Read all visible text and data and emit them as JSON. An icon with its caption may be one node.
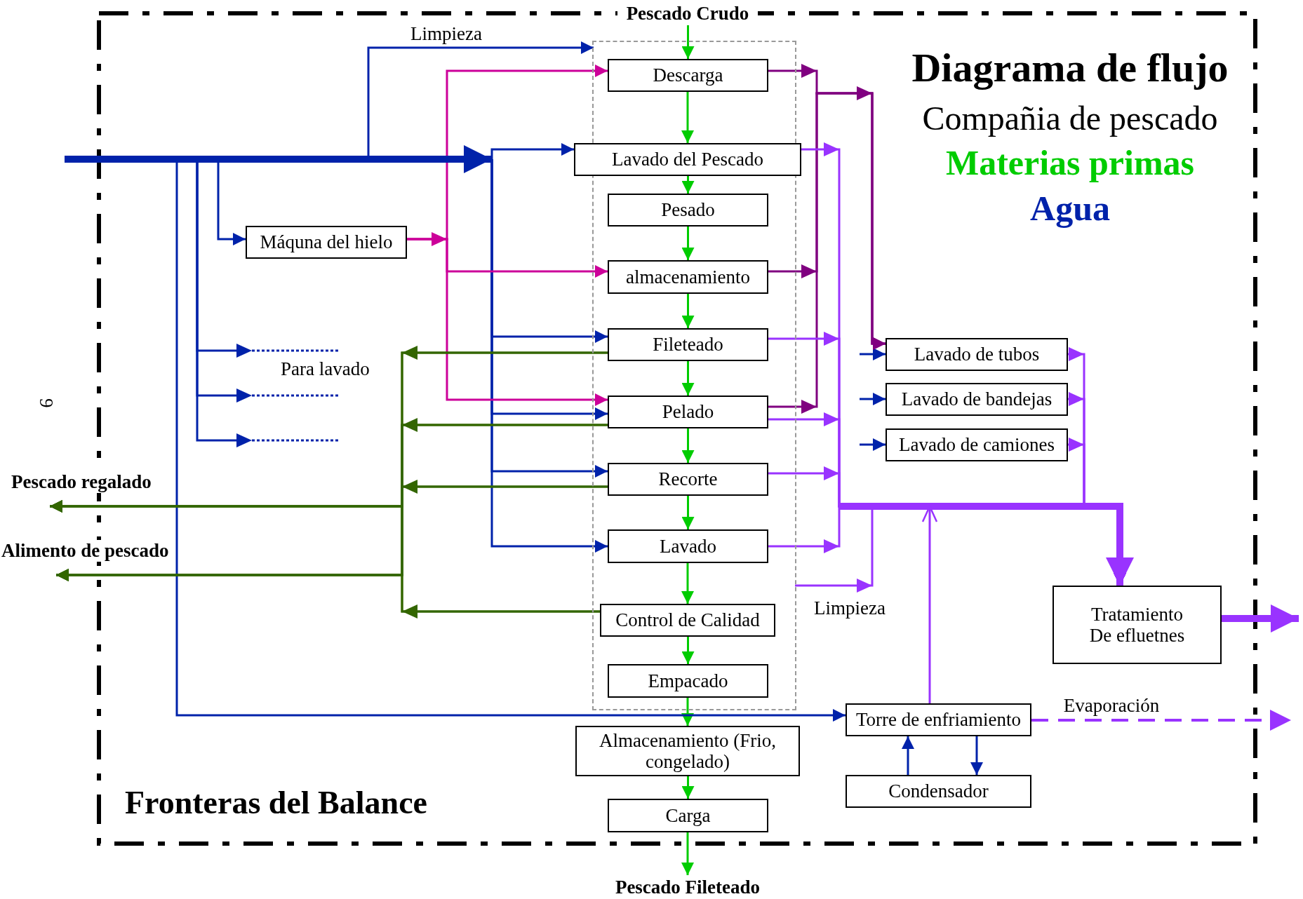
{
  "diagram": {
    "title": "Diagrama de flujo",
    "nodes": [
      {
        "text": [
          "Pescado Crudo"
        ]
      },
      {
        "text": [],
        "shape": "box"
      },
      {
        "text": [
          "Descarga"
        ],
        "in": 1
      },
      {
        "text": [
          "Lavado del Pescado"
        ]
      },
      {
        "text": [
          "Pesado"
        ],
        "in": 1
      },
      {
        "text": [
          "almacenamiento"
        ],
        "in": 1
      },
      {
        "text": [
          "Fileteado"
        ],
        "in": 1
      },
      {
        "text": [
          "Pelado"
        ],
        "in": 1
      },
      {
        "text": [
          "Recorte"
        ],
        "in": 1
      },
      {
        "text": [
          "Lavado"
        ],
        "in": 1
      },
      {
        "text": [
          "Control de Calidad"
        ],
        "in": 1
      },
      {
        "text": [
          "Empacado"
        ],
        "in": 1
      },
      {
        "text": [
          "Almacenamiento (Frio, congelado)"
        ]
      },
      {
        "text": [
          "Carga"
        ]
      },
      {
        "text": [
          "Pescado Fileteado"
        ]
      },
      {
        "text": [
          "Máquna del hielo"
        ]
      },
      {
        "text": [
          "Lavado de tubos"
        ]
      },
      {
        "text": [
          "Lavado de bandejas"
        ]
      },
      {
        "text": [
          "Lavado de camiones"
        ]
      },
      {
        "text": [
          "Tratamiento De efluetnes"
        ]
      },
      {
        "text": [
          "Torre de enfriamiento"
        ]
      },
      {
        "text": [
          "Condensador"
        ]
      },
      {
        "text": [
          "Pescado regalado"
        ]
      },
      {
        "text": [
          "Alimento de pescado"
        ]
      }
    ],
    "edges": [
      {
        "from": 0,
        "to": 2,
        "arrow": "to"
      },
      {
        "from": 2,
        "to": 3,
        "arrow": "to"
      },
      {
        "from": 3,
        "to": 4,
        "arrow": "to"
      },
      {
        "from": 4,
        "to": 5,
        "arrow": "to"
      },
      {
        "from": 5,
        "to": 6,
        "arrow": "to"
      },
      {
        "from": 6,
        "to": 7,
        "arrow": "to"
      },
      {
        "from": 7,
        "to": 8,
        "arrow": "to"
      },
      {
        "from": 8,
        "to": 9,
        "arrow": "to"
      },
      {
        "from": 9,
        "to": 10,
        "arrow": "to"
      },
      {
        "from": 10,
        "to": 11,
        "arrow": "to"
      },
      {
        "from": 11,
        "to": 12,
        "arrow": "to"
      },
      {
        "from": 12,
        "to": 13,
        "arrow": "to"
      },
      {
        "from": 13,
        "to": 14,
        "arrow": "to"
      },
      {
        "from": null,
        "to": 1,
        "arrow": "to",
        "label": "Limpieza",
        "color": "#0022aa"
      },
      {
        "from": null,
        "to": 3,
        "arrow": "to",
        "color": "#0022aa"
      },
      {
        "from": null,
        "to": 6,
        "arrow": "to",
        "color": "#0022aa"
      },
      {
        "from": null,
        "to": 7,
        "arrow": "to",
        "color": "#0022aa"
      },
      {
        "from": null,
        "to": 8,
        "arrow": "to",
        "color": "#0022aa"
      },
      {
        "from": null,
        "to": 9,
        "arrow": "to",
        "color": "#0022aa"
      },
      {
        "from": null,
        "to": 15,
        "arrow": "to",
        "color": "#0022aa"
      },
      {
        "from": null,
        "to": 20,
        "arrow": "to",
        "color": "#0022aa"
      },
      {
        "from": 21,
        "to": 20,
        "arrow": "to",
        "color": "#0022aa"
      },
      {
        "from": 20,
        "to": 21,
        "arrow": "to",
        "color": "#0022aa"
      },
      {
        "from": null,
        "to": 16,
        "arrow": "to",
        "color": "#0022aa"
      },
      {
        "from": null,
        "to": 17,
        "arrow": "to",
        "color": "#0022aa"
      },
      {
        "from": null,
        "to": 18,
        "arrow": "to",
        "color": "#0022aa"
      },
      {
        "from": 15,
        "to": 2,
        "arrow": "to",
        "color": "#cc0099"
      },
      {
        "from": 15,
        "to": 5,
        "arrow": "to",
        "color": "#cc0099"
      },
      {
        "from": 15,
        "to": 7,
        "arrow": "to",
        "color": "#cc0099"
      },
      {
        "from": 2,
        "to": 16,
        "arrow": "to",
        "color": "#800080"
      },
      {
        "from": 5,
        "to": 16,
        "arrow": "to",
        "color": "#800080"
      },
      {
        "from": 7,
        "to": 16,
        "arrow": "to",
        "color": "#800080"
      },
      {
        "from": 3,
        "to": 19,
        "arrow": "to",
        "color": "#9933ff"
      },
      {
        "from": 6,
        "to": 19,
        "arrow": "to",
        "color": "#9933ff"
      },
      {
        "from": 7,
        "to": 19,
        "arrow": "to",
        "color": "#9933ff"
      },
      {
        "from": 8,
        "to": 19,
        "arrow": "to",
        "color": "#9933ff"
      },
      {
        "from": 9,
        "to": 19,
        "arrow": "to",
        "color": "#9933ff"
      },
      {
        "from": 1,
        "to": 19,
        "arrow": "to",
        "label": "Limpieza",
        "color": "#9933ff"
      },
      {
        "from": 16,
        "to": 19,
        "arrow": "to",
        "color": "#9933ff"
      },
      {
        "from": 17,
        "to": 19,
        "arrow": "to",
        "color": "#9933ff"
      },
      {
        "from": 18,
        "to": 19,
        "arrow": "to",
        "color": "#9933ff"
      },
      {
        "from": 20,
        "to": 19,
        "arrow": "to",
        "color": "#9933ff"
      },
      {
        "from": 19,
        "to": null,
        "arrow": "to",
        "style": "thick",
        "color": "#9933ff"
      },
      {
        "from": 20,
        "to": null,
        "arrow": "to",
        "label": "Evaporación",
        "style": "dashed",
        "color": "#9933ff"
      },
      {
        "from": 6,
        "to": 22,
        "arrow": "to",
        "color": "#336600"
      },
      {
        "from": 7,
        "to": 22,
        "arrow": "to",
        "color": "#336600"
      },
      {
        "from": 8,
        "to": 22,
        "arrow": "to",
        "color": "#336600"
      },
      {
        "from": 10,
        "to": 22,
        "arrow": "to",
        "color": "#336600"
      },
      {
        "from": 6,
        "to": 23,
        "arrow": "to",
        "color": "#336600"
      },
      {
        "from": 7,
        "to": 23,
        "arrow": "to",
        "color": "#336600"
      },
      {
        "from": 8,
        "to": 23,
        "arrow": "to",
        "color": "#336600"
      },
      {
        "from": 10,
        "to": 23,
        "arrow": "to",
        "color": "#336600"
      }
    ],
    "labels": [
      "Compañia de pescado",
      "Para lavado",
      "9",
      "Fronteras del Balance"
    ],
    "legend": [
      {
        "text": "Materias primas",
        "color": "#00cc00"
      },
      {
        "text": "Agua",
        "color": "#0022aa"
      }
    ]
  }
}
